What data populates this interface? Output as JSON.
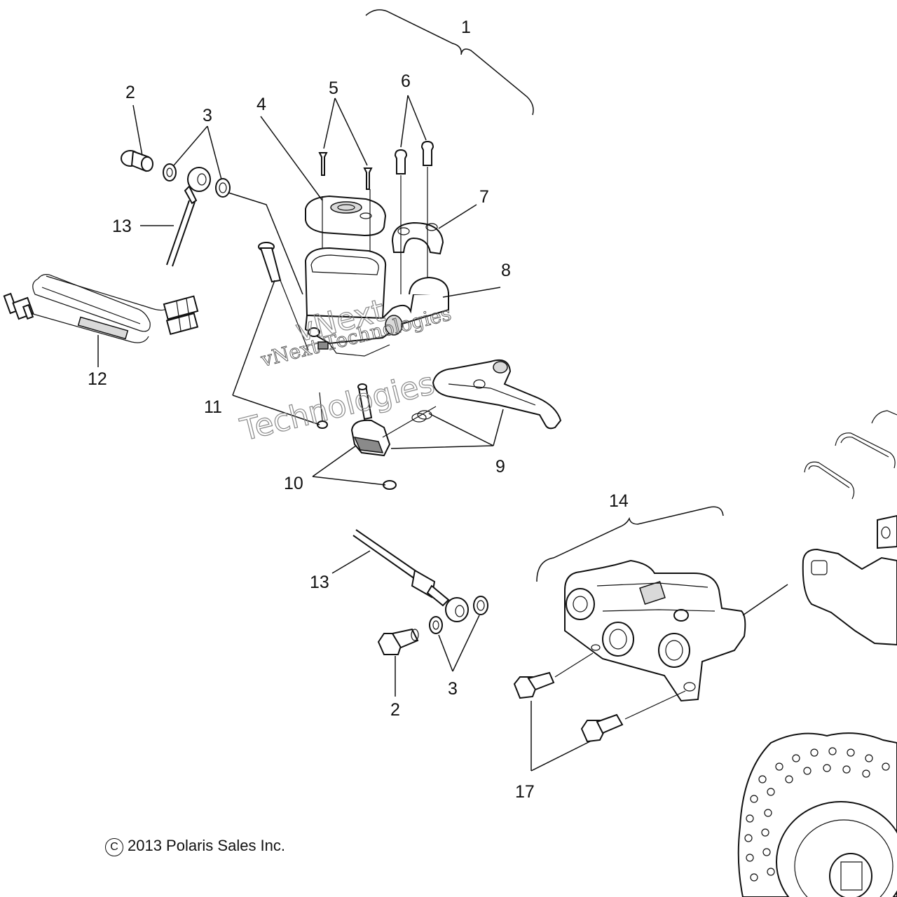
{
  "callouts": [
    "1",
    "2",
    "3",
    "4",
    "5",
    "6",
    "7",
    "8",
    "9",
    "10",
    "11",
    "12",
    "13",
    "13",
    "14",
    "2",
    "3",
    "17"
  ],
  "watermark": {
    "line1": "vNext Technologies",
    "line2": "vNext",
    "line3": "Technologies"
  },
  "copyright": {
    "symbol": "C",
    "text": "2013 Polaris Sales Inc."
  }
}
